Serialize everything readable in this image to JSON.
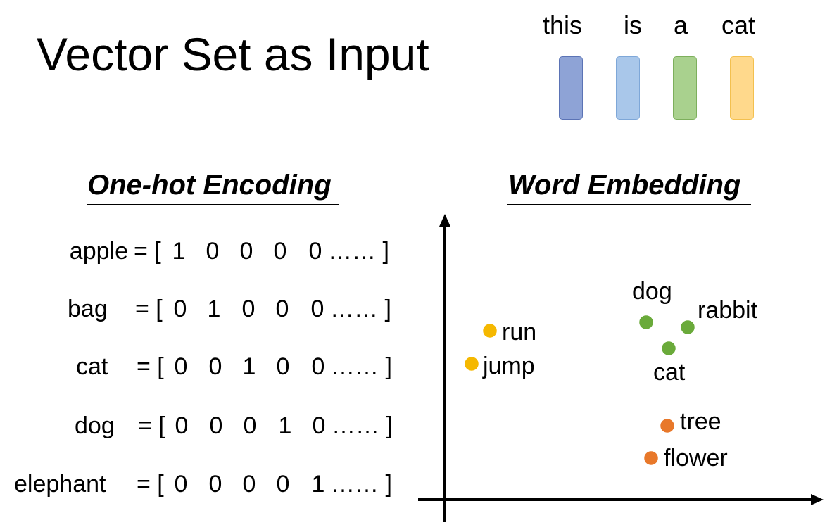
{
  "title": "Vector Set as Input",
  "tokens": [
    {
      "word": "this",
      "color": "#8EA3D6",
      "border": "#5B73B5"
    },
    {
      "word": "is",
      "color": "#A9C7EA",
      "border": "#7EA7D8"
    },
    {
      "word": "a",
      "color": "#A9D18E",
      "border": "#7DAF5C"
    },
    {
      "word": "cat",
      "color": "#FFD98C",
      "border": "#F3C04F"
    }
  ],
  "one_hot": {
    "heading": "One-hot Encoding",
    "equals": "= [",
    "tail": "…… ]",
    "rows": [
      {
        "word": "apple",
        "values": [
          "1",
          "0",
          "0",
          "0",
          "0"
        ]
      },
      {
        "word": "bag",
        "values": [
          "0",
          "1",
          "0",
          "0",
          "0"
        ]
      },
      {
        "word": "cat",
        "values": [
          "0",
          "0",
          "1",
          "0",
          "0"
        ]
      },
      {
        "word": "dog",
        "values": [
          "0",
          "0",
          "0",
          "1",
          "0"
        ]
      },
      {
        "word": "elephant",
        "values": [
          "0",
          "0",
          "0",
          "0",
          "1"
        ]
      }
    ]
  },
  "embedding": {
    "heading": "Word Embedding",
    "colors": {
      "verb": "#F5B800",
      "animal": "#6AAA3A",
      "plant": "#E8782A"
    },
    "points": [
      {
        "word": "run",
        "group": "verb"
      },
      {
        "word": "jump",
        "group": "verb"
      },
      {
        "word": "dog",
        "group": "animal"
      },
      {
        "word": "rabbit",
        "group": "animal"
      },
      {
        "word": "cat",
        "group": "animal"
      },
      {
        "word": "tree",
        "group": "plant"
      },
      {
        "word": "flower",
        "group": "plant"
      }
    ]
  }
}
